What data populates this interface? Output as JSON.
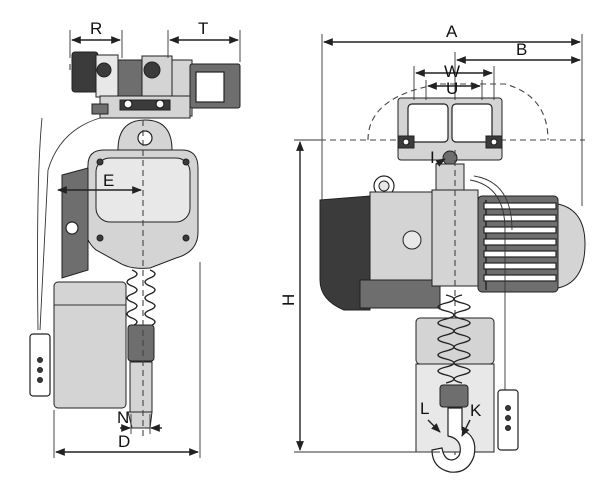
{
  "labels": {
    "R": "R",
    "T": "T",
    "E": "E",
    "N": "N",
    "D": "D",
    "A": "A",
    "B": "B",
    "W": "W",
    "U": "U",
    "I": "I",
    "H": "H",
    "L": "L",
    "K": "K"
  },
  "colors": {
    "line": "#222222",
    "dark_fill": "#3b3b3b",
    "mid_fill": "#6e6e6e",
    "light_fill": "#d4d4d4",
    "background": "#ffffff"
  }
}
